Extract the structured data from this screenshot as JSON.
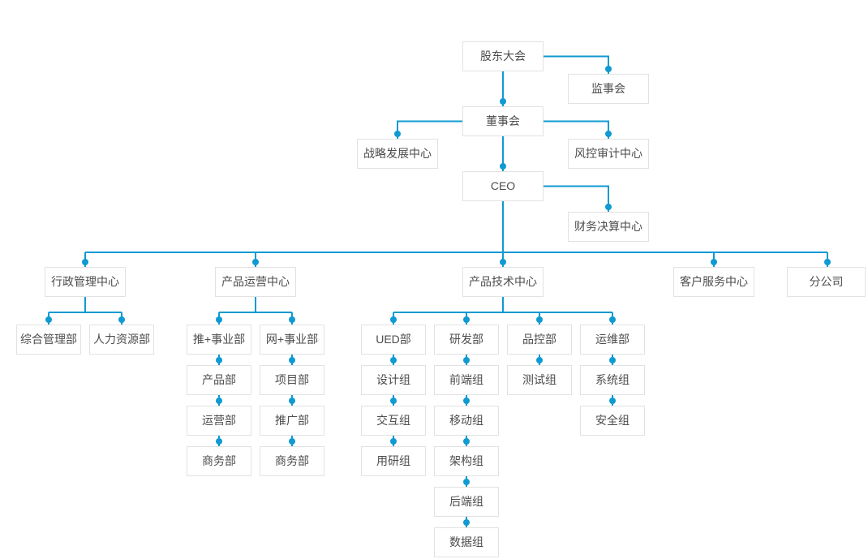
{
  "colors": {
    "line": "#0f9ad2",
    "dot": "#0f9ad2",
    "box_border": "#e2e2e2",
    "box_background": "#ffffff",
    "text": "#4d4d4d",
    "page_background": "#ffffff"
  },
  "nodes": [
    {
      "id": "shareholders-meeting",
      "label": "股东大会",
      "reports_to": null
    },
    {
      "id": "supervisory-board",
      "label": "监事会",
      "reports_to": "股东大会"
    },
    {
      "id": "board-of-directors",
      "label": "董事会",
      "reports_to": "股东大会"
    },
    {
      "id": "strategy-dev-center",
      "label": "战略发展中心",
      "reports_to": "董事会"
    },
    {
      "id": "risk-audit-center",
      "label": "风控审计中心",
      "reports_to": "董事会"
    },
    {
      "id": "ceo",
      "label": "CEO",
      "reports_to": "董事会"
    },
    {
      "id": "finance-settlement-center",
      "label": "财务决算中心",
      "reports_to": "CEO"
    },
    {
      "id": "admin-mgmt-center",
      "label": "行政管理中心",
      "reports_to": "CEO"
    },
    {
      "id": "product-operation-center",
      "label": "产品运营中心",
      "reports_to": "CEO"
    },
    {
      "id": "product-tech-center",
      "label": "产品技术中心",
      "reports_to": "CEO"
    },
    {
      "id": "customer-service-center",
      "label": "客户服务中心",
      "reports_to": "CEO"
    },
    {
      "id": "branch-company",
      "label": "分公司",
      "reports_to": "CEO"
    },
    {
      "id": "general-mgmt-dept",
      "label": "综合管理部",
      "reports_to": "行政管理中心"
    },
    {
      "id": "hr-dept",
      "label": "人力资源部",
      "reports_to": "行政管理中心"
    },
    {
      "id": "tui-business-dept",
      "label": "推+事业部",
      "reports_to": "产品运营中心"
    },
    {
      "id": "wang-business-dept",
      "label": "网+事业部",
      "reports_to": "产品运营中心"
    },
    {
      "id": "product-dept",
      "label": "产品部",
      "reports_to": "推+事业部"
    },
    {
      "id": "project-dept",
      "label": "项目部",
      "reports_to": "网+事业部"
    },
    {
      "id": "operation-dept",
      "label": "运营部",
      "reports_to": "产品部"
    },
    {
      "id": "promotion-dept",
      "label": "推广部",
      "reports_to": "项目部"
    },
    {
      "id": "business-dept-tui",
      "label": "商务部",
      "reports_to": "运营部"
    },
    {
      "id": "business-dept-wang",
      "label": "商务部",
      "reports_to": "推广部"
    },
    {
      "id": "ued-dept",
      "label": "UED部",
      "reports_to": "产品技术中心"
    },
    {
      "id": "rd-dept",
      "label": "研发部",
      "reports_to": "产品技术中心"
    },
    {
      "id": "qc-dept",
      "label": "品控部",
      "reports_to": "产品技术中心"
    },
    {
      "id": "ops-dept",
      "label": "运维部",
      "reports_to": "产品技术中心"
    },
    {
      "id": "design-team",
      "label": "设计组",
      "reports_to": "UED部"
    },
    {
      "id": "frontend-team",
      "label": "前端组",
      "reports_to": "研发部"
    },
    {
      "id": "testing-team",
      "label": "测试组",
      "reports_to": "品控部"
    },
    {
      "id": "system-team",
      "label": "系统组",
      "reports_to": "运维部"
    },
    {
      "id": "interaction-team",
      "label": "交互组",
      "reports_to": "设计组"
    },
    {
      "id": "mobile-team",
      "label": "移动组",
      "reports_to": "前端组"
    },
    {
      "id": "security-team",
      "label": "安全组",
      "reports_to": "系统组"
    },
    {
      "id": "user-research-team",
      "label": "用研组",
      "reports_to": "交互组"
    },
    {
      "id": "architecture-team",
      "label": "架构组",
      "reports_to": "移动组"
    },
    {
      "id": "backend-team",
      "label": "后端组",
      "reports_to": "架构组"
    },
    {
      "id": "data-team",
      "label": "数据组",
      "reports_to": "后端组"
    }
  ]
}
